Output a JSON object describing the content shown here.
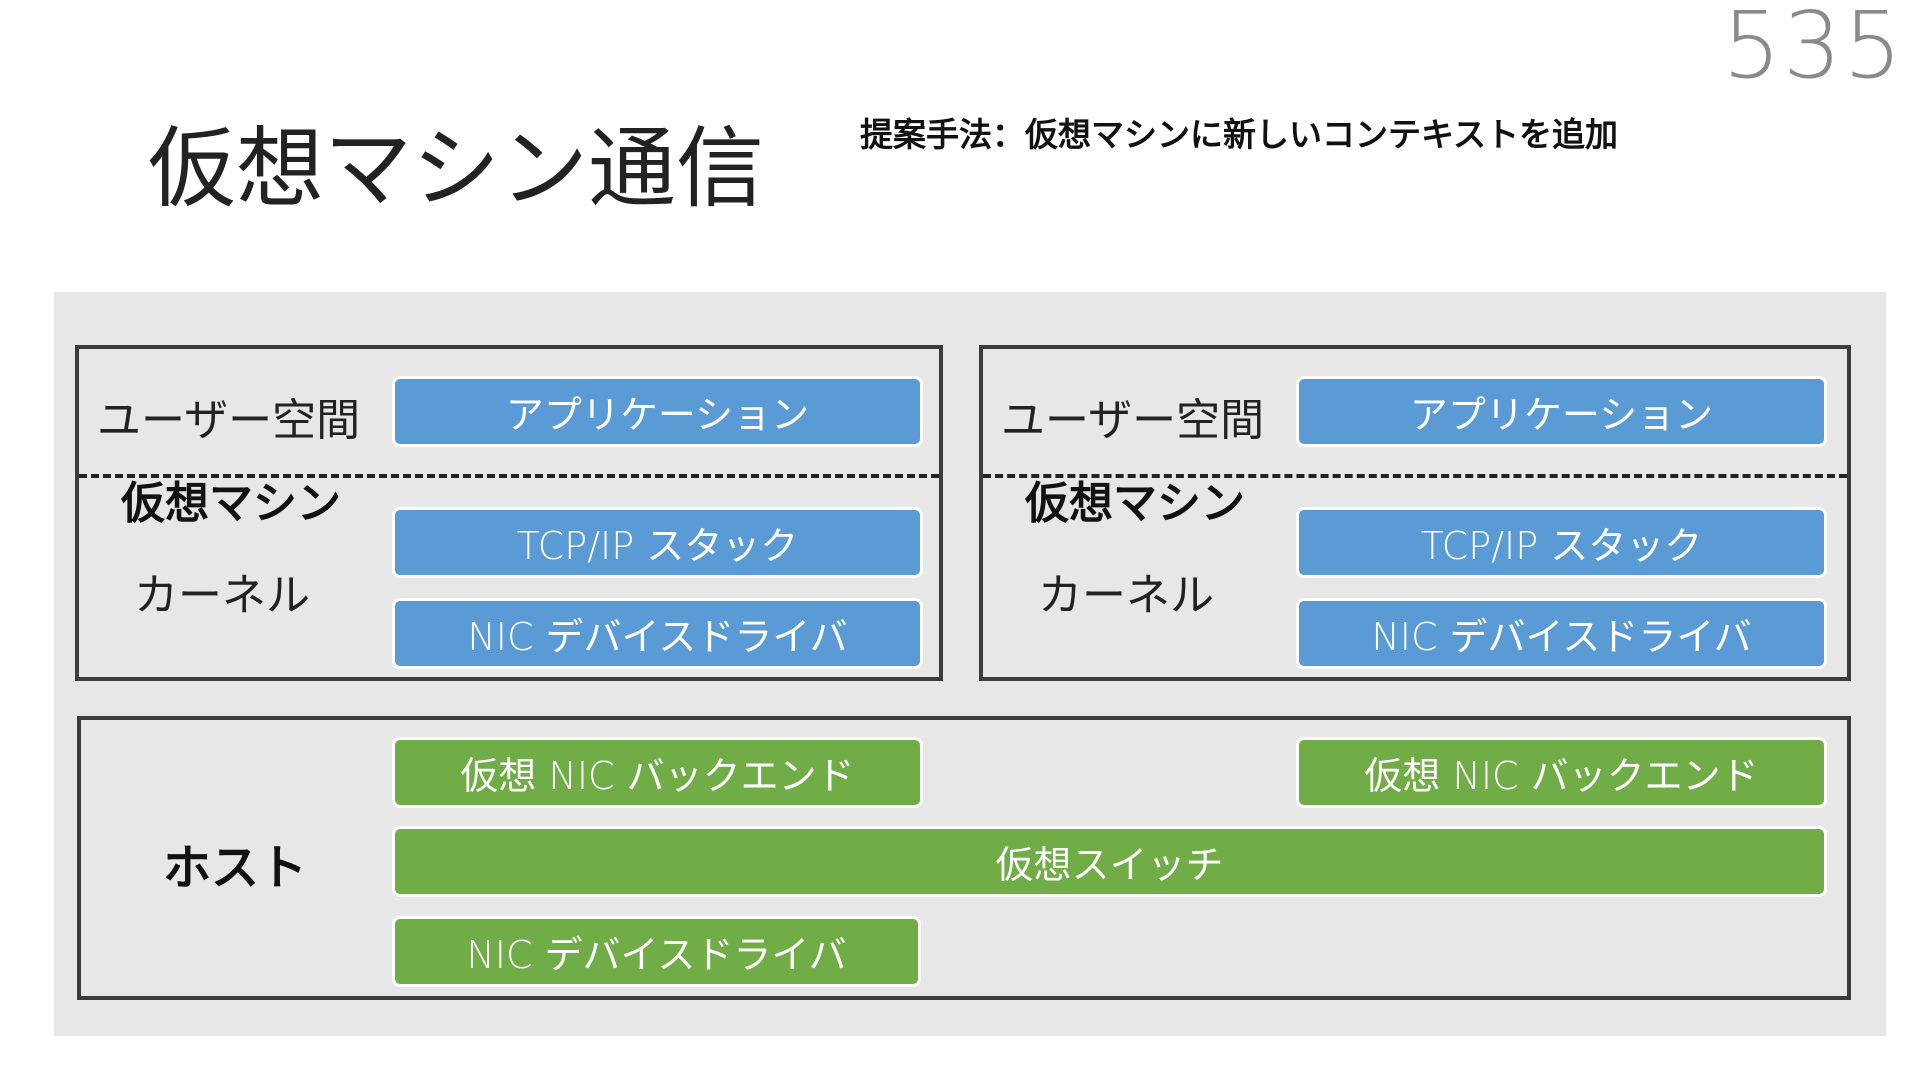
{
  "page_number": "535",
  "title": "仮想マシン通信",
  "subtitle": "提案手法：仮想マシンに新しいコンテキストを追加",
  "virtual_machines": [
    {
      "user_space_label": "ユーザー空間",
      "vm_label": "仮想マシン",
      "kernel_label": "カーネル",
      "application": "アプリケーション",
      "tcp_stack": "TCP/IP スタック",
      "nic_driver": "NIC デバイスドライバ"
    },
    {
      "user_space_label": "ユーザー空間",
      "vm_label": "仮想マシン",
      "kernel_label": "カーネル",
      "application": "アプリケーション",
      "tcp_stack": "TCP/IP スタック",
      "nic_driver": "NIC デバイスドライバ"
    }
  ],
  "host": {
    "label": "ホスト",
    "nic_backend_left": "仮想 NIC バックエンド",
    "nic_backend_right": "仮想 NIC バックエンド",
    "virtual_switch": "仮想スイッチ",
    "nic_driver": "NIC デバイスドライバ"
  },
  "colors": {
    "vm_component": "#5b9bd5",
    "host_component": "#70ad47",
    "diagram_background": "#e7e7e7",
    "border": "#3c3c3c"
  }
}
